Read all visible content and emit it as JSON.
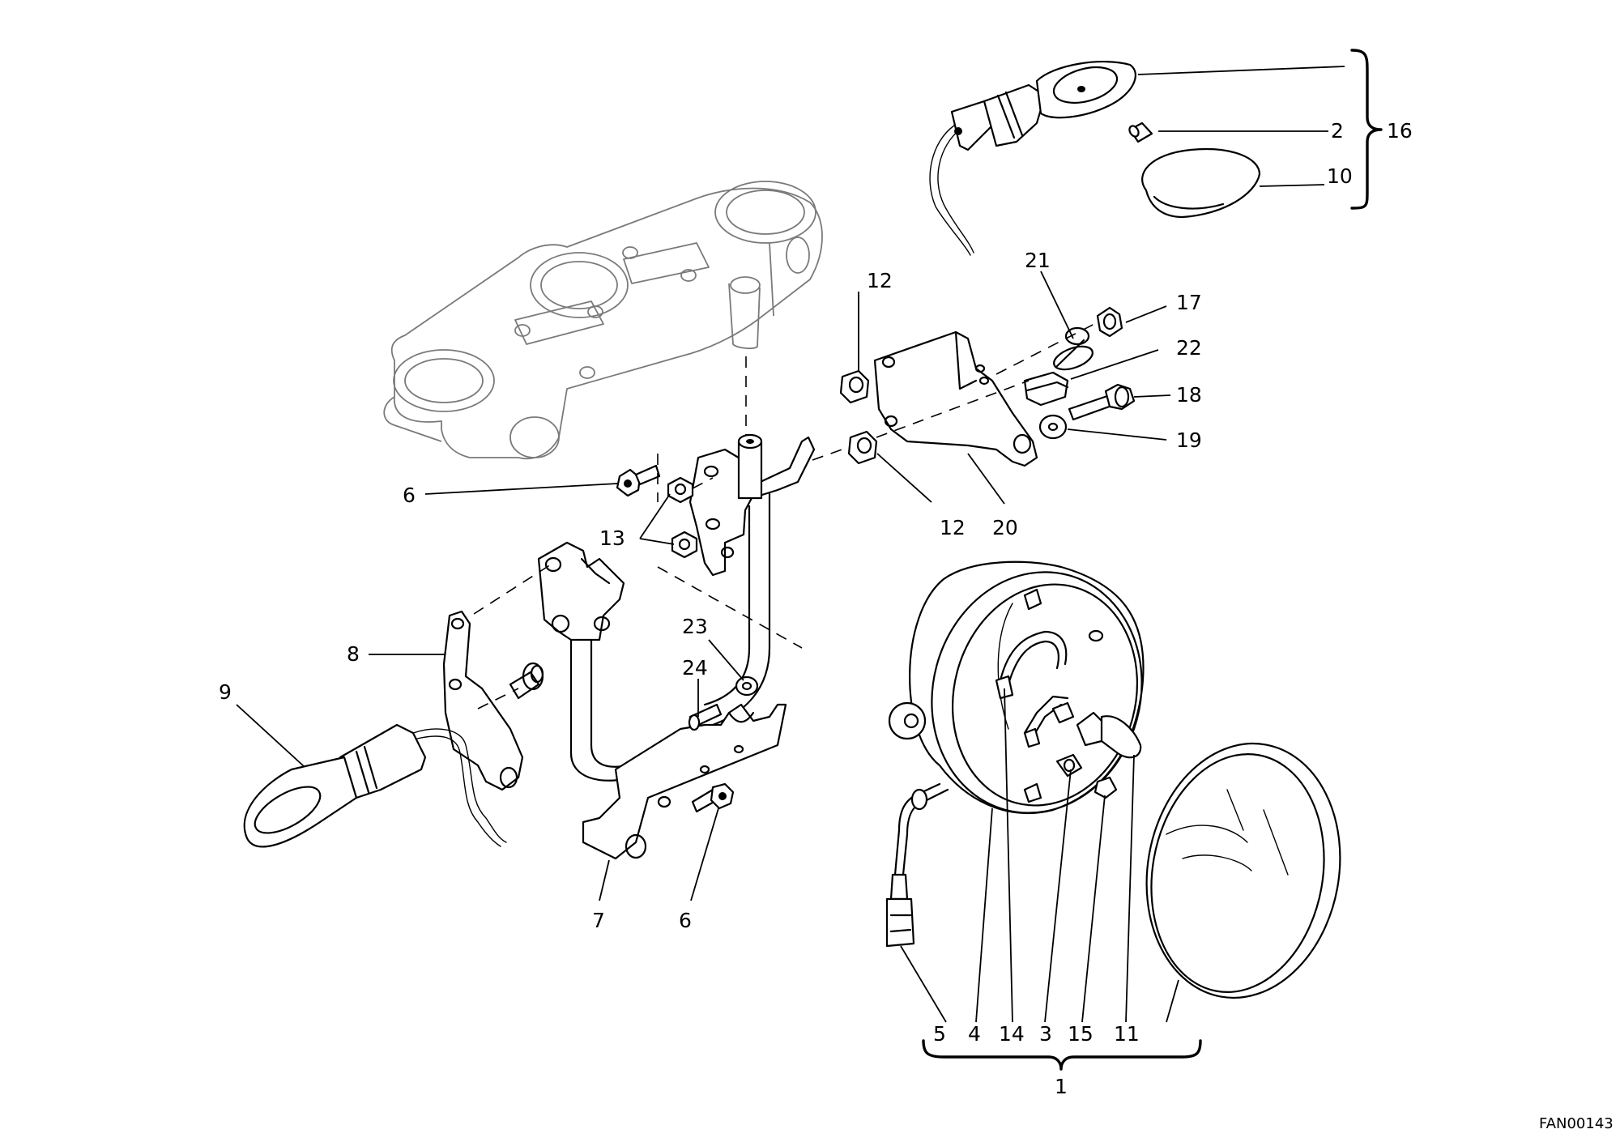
{
  "callouts": {
    "c1": "1",
    "c2": "2",
    "c3": "3",
    "c4": "4",
    "c5": "5",
    "c6a": "6",
    "c6b": "6",
    "c7": "7",
    "c8": "8",
    "c9": "9",
    "c10": "10",
    "c11": "11",
    "c12a": "12",
    "c12b": "12",
    "c13": "13",
    "c14": "14",
    "c15": "15",
    "c16": "16",
    "c17": "17",
    "c18": "18",
    "c19": "19",
    "c20": "20",
    "c21": "21",
    "c22": "22",
    "c23": "23",
    "c24": "24"
  },
  "drawing_code": "FAN00143"
}
